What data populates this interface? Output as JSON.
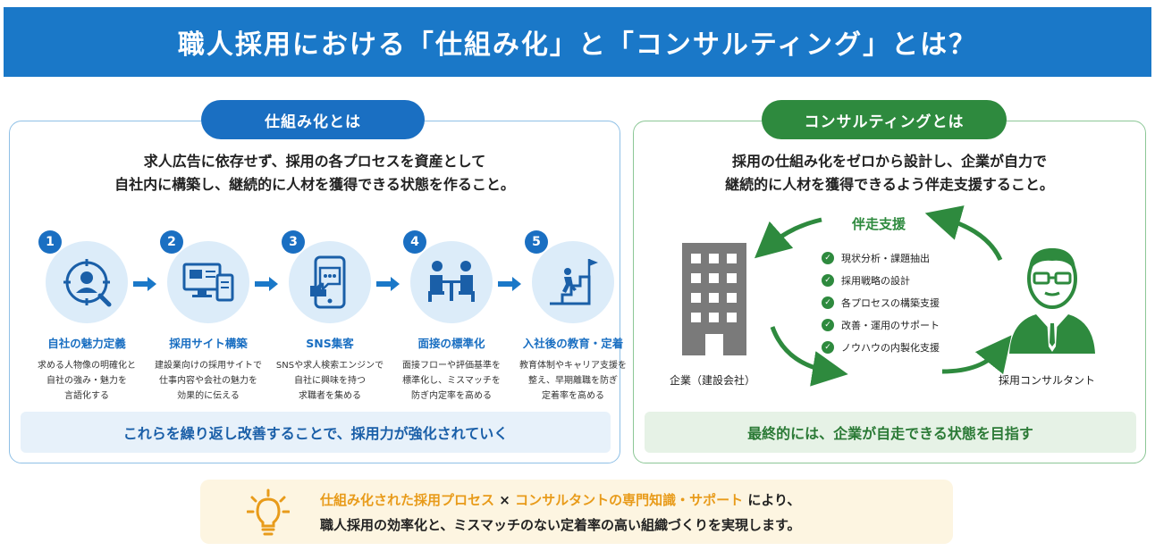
{
  "header": {
    "title": "職人採用における「仕組み化」と「コンサルティング」とは？"
  },
  "left_panel": {
    "label": "仕組み化とは",
    "description_line1": "求人広告に依存せず、採用の各プロセスを資産として",
    "description_line2": "自社内に構築し、継続的に人材を獲得できる状態を作ること。",
    "steps": [
      {
        "number": "1",
        "icon": "person-search-icon",
        "title": "自社の魅力定義",
        "desc": "求める人物像の明確化と\n自社の強み・魅力を\n言語化する"
      },
      {
        "number": "2",
        "icon": "monitor-tablet-icon",
        "title": "採用サイト構築",
        "desc": "建設業向けの採用サイトで\n仕事内容や会社の魅力を\n効果的に伝える"
      },
      {
        "number": "3",
        "icon": "smartphone-chat-icon",
        "title": "SNS集客",
        "desc": "SNSや求人検索エンジンで\n自社に興味を持つ\n求職者を集める"
      },
      {
        "number": "4",
        "icon": "interview-icon",
        "title": "面接の標準化",
        "desc": "面接フローや評価基準を\n標準化し、ミスマッチを\n防ぎ内定率を高める"
      },
      {
        "number": "5",
        "icon": "stairs-goal-icon",
        "title": "入社後の教育・定着",
        "desc": "教育体制やキャリア支援を\n整え、早期離職を防ぎ\n定着率を高める"
      }
    ],
    "summary": "これらを繰り返し改善することで、採用力が強化されていく"
  },
  "right_panel": {
    "label": "コンサルティングとは",
    "description_line1": "採用の仕組み化をゼロから設計し、企業が自力で",
    "description_line2": "継続的に人材を獲得できるよう伴走支援すること。",
    "cycle_title": "伴走支援",
    "support_items": [
      "現状分析・課題抽出",
      "採用戦略の設計",
      "各プロセスの構築支援",
      "改善・運用のサポート",
      "ノウハウの内製化支援"
    ],
    "company_label": "企業（建設会社）",
    "consultant_label": "採用コンサルタント",
    "summary": "最終的には、企業が自走できる状態を目指す"
  },
  "footer": {
    "icon": "lightbulb-icon",
    "highlight_process": "仕組み化された採用プロセス",
    "times": "×",
    "highlight_consultant": "コンサルタントの専門知識・サポート",
    "suffix": "により、",
    "line2": "職人採用の効率化と、ミスマッチのない定着率の高い組織づくりを実現します。"
  },
  "colors": {
    "blue": "#1a6fc2",
    "banner": "#1a78c8",
    "green": "#2e8a3e",
    "orange": "#e89b1a",
    "light_blue": "#dcecf9"
  }
}
